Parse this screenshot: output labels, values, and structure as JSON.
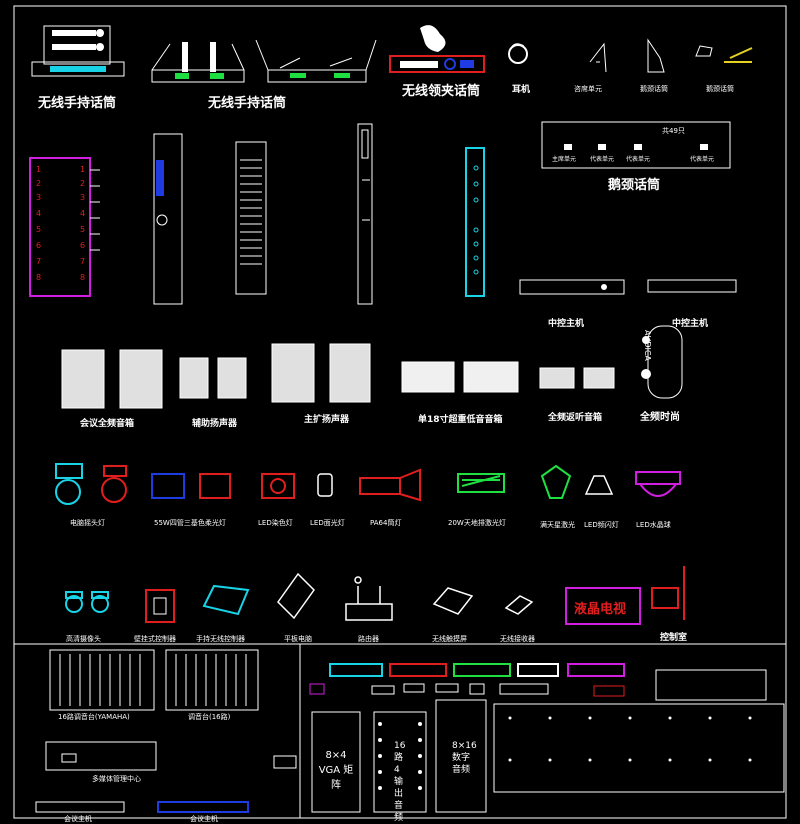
{
  "colors": {
    "background": "#000000",
    "line": "#ffffff",
    "cyan": "#19d3e6",
    "magenta": "#d21ee1",
    "red": "#e11e1e",
    "green": "#1ee141",
    "yellow": "#e6d21e",
    "blue": "#1e3ce1",
    "gray": "#c8c8c8"
  },
  "labels": {
    "wireless_handheld_1": "无线手持话筒",
    "wireless_handheld_2": "无线手持话筒",
    "wireless_lapel": "无线领夹话筒",
    "earphone": "耳机",
    "delegate_unit": "咨席单元",
    "gooseneck_a": "鹅颈话筒",
    "gooseneck_b": "鹅颈话筒",
    "gooseneck_panel_title": "鹅颈话筒",
    "gooseneck_panel_units": [
      "主席单元",
      "代表单元",
      "代表单元",
      "代表单元"
    ],
    "gooseneck_panel_total": "共49只",
    "rack_captions_partial": [
      "...",
      "...",
      "...",
      "...",
      "...",
      "中控主机",
      "中控主机"
    ],
    "speaker_conference": "会议全频音箱",
    "speaker_aux": "辅助扬声器",
    "speaker_main": "主扩扬声器",
    "subwoofer": "单18寸超重低音音箱",
    "return_speaker": "全频返听音箱",
    "fullrange_fashion": "全频时尚",
    "audica_label": "AUDICA",
    "light_moving_head": "电脑摇头灯",
    "light_tricolor": "55W四管三基色柔光灯",
    "light_led_dye": "LED染色灯",
    "light_led_face": "LED面光灯",
    "light_par64": "PA64筒灯",
    "light_laser": "20W天地排激光灯",
    "light_fullcolor_laser": "满天星激光",
    "light_led_strobe": "LED频闪灯",
    "light_crystal_ball": "LED水晶球",
    "hd_camera": "高清摄像头",
    "wall_controller": "壁挂式控制器",
    "wireless_controller": "手持无线控制器",
    "tablet": "平板电脑",
    "router": "路由器",
    "wireless_touch": "无线触摸屏",
    "wireless_receiver": "无线接收器",
    "lcd_tv": "液晶电视",
    "console_station": "控制室",
    "mixer_16": "16路调音台(YAMAHA)",
    "mixer_16b": "调音台(16路)",
    "multimedia_center": "多媒体管理中心",
    "conference_host_1": "会议主机",
    "conference_host_2": "会议主机",
    "vga_matrix": "8×4 VGA 矩阵",
    "audio_matrix_16x4": "16路4输出音频",
    "audio_matrix_8x16": "8×16数字音频"
  }
}
